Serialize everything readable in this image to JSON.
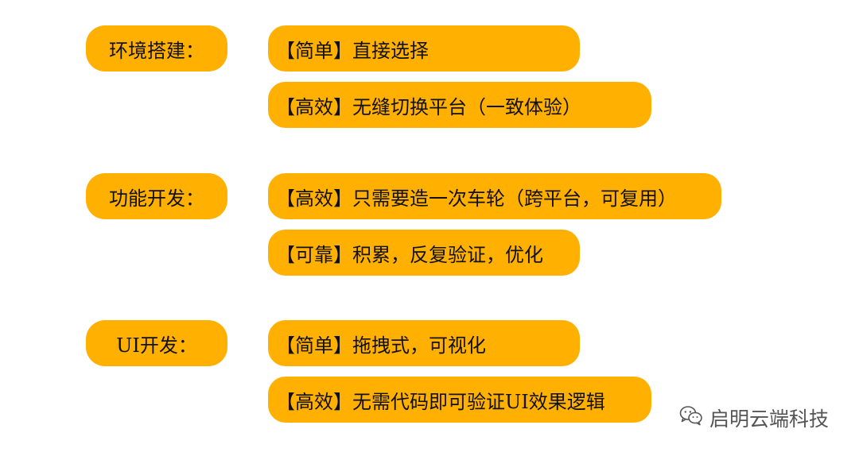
{
  "sections": [
    {
      "category": "环境搭建：",
      "items": [
        "【简单】直接选择",
        "【高效】无缝切换平台（一致体验）"
      ]
    },
    {
      "category": "功能开发：",
      "items": [
        "【高效】只需要造一次车轮（跨平台，可复用）",
        "【可靠】积累，反复验证，优化"
      ]
    },
    {
      "category": "UI开发：",
      "items": [
        "【简单】拖拽式，可视化",
        "【高效】无需代码即可验证UI效果逻辑"
      ]
    }
  ],
  "watermark": {
    "icon": "wechat-icon",
    "text": "启明云端科技"
  },
  "colors": {
    "pill": "#FFB000",
    "text": "#111111"
  }
}
